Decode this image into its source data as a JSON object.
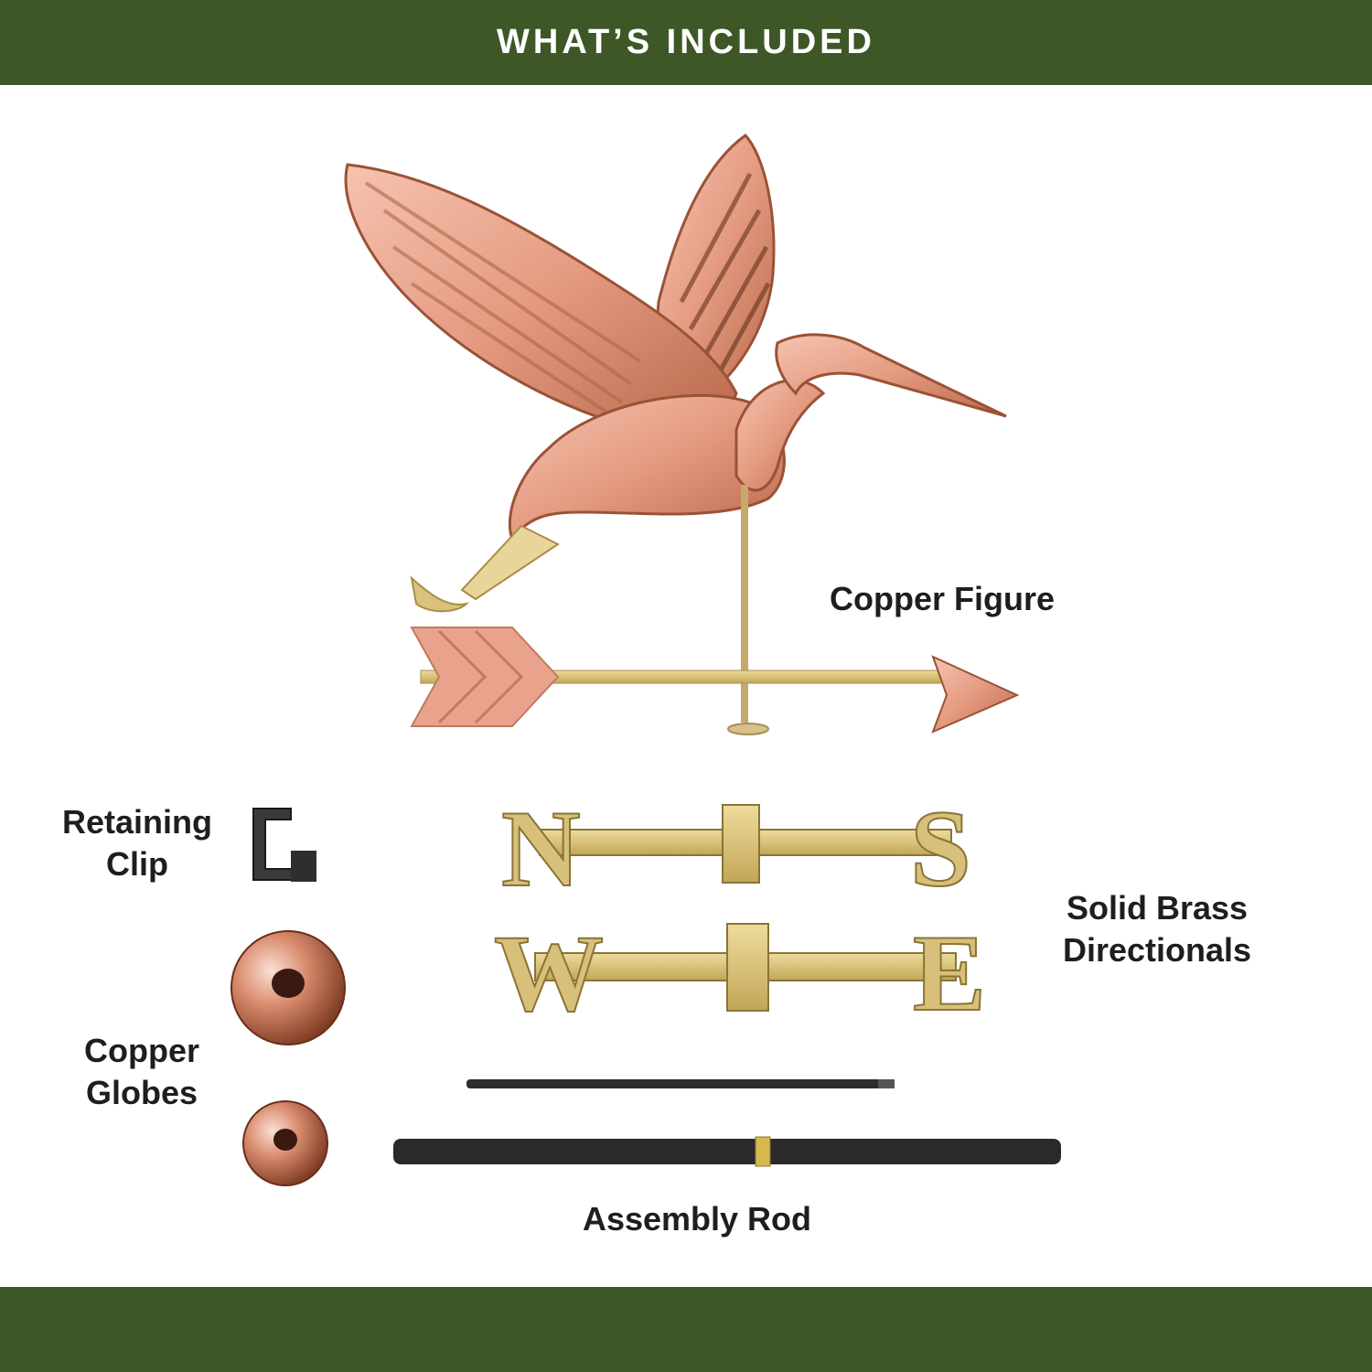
{
  "header": {
    "title": "WHAT’S INCLUDED"
  },
  "labels": {
    "copper_figure": "Copper Figure",
    "retaining_clip_line1": "Retaining",
    "retaining_clip_line2": "Clip",
    "solid_brass_line1": "Solid Brass",
    "solid_brass_line2": "Directionals",
    "copper_globes_line1": "Copper",
    "copper_globes_line2": "Globes",
    "assembly_rod": "Assembly Rod"
  },
  "directional_letters": {
    "north": "N",
    "south": "S",
    "west": "W",
    "east": "E"
  },
  "colors": {
    "band": "#3d5726",
    "copper": "#e8a088",
    "copper_dark": "#a85a3e",
    "brass": "#d9c27a",
    "brass_dark": "#8a7436",
    "rod": "#2e2e2e"
  }
}
